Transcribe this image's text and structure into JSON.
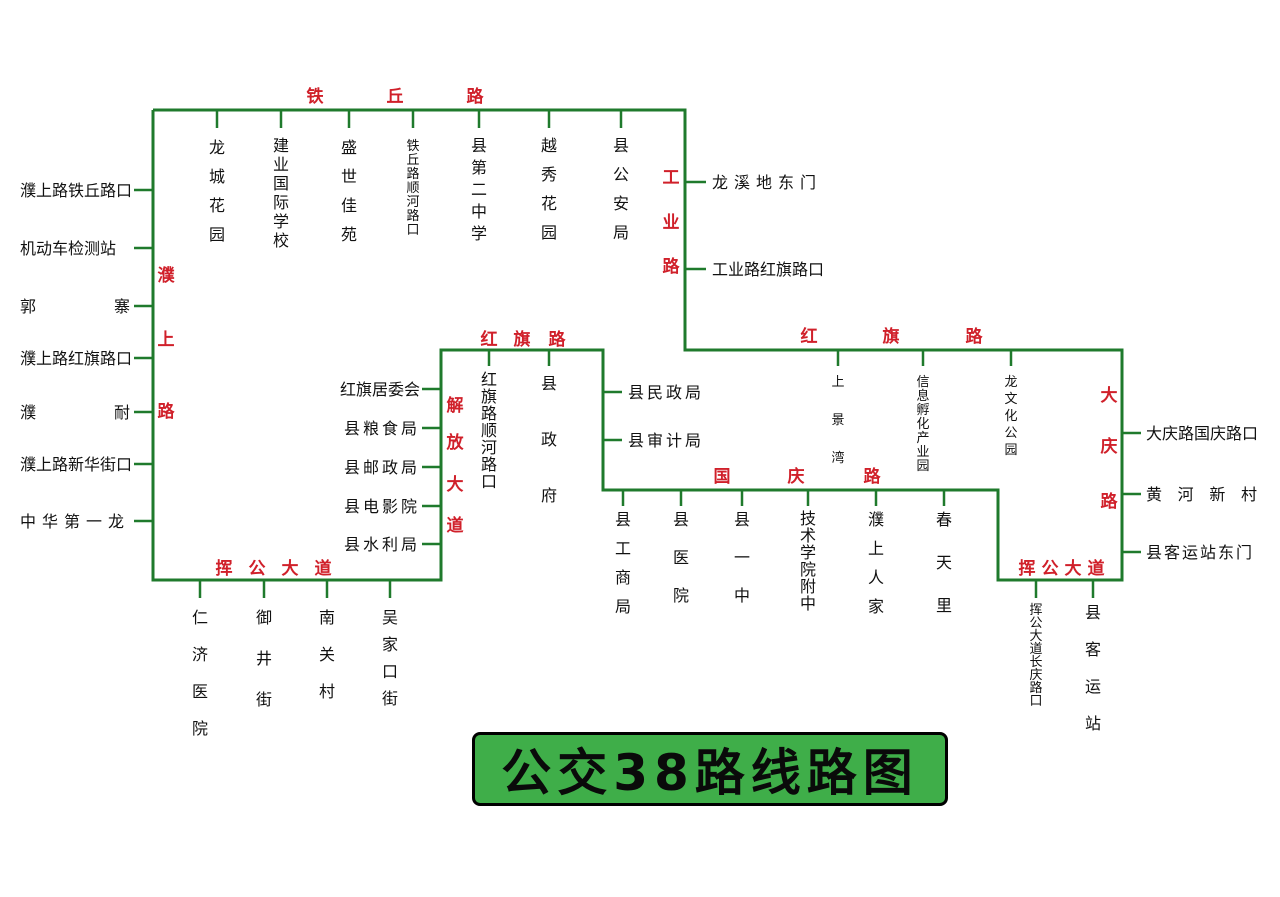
{
  "title": "公交38路线路图",
  "colors": {
    "route": "#1f7a2c",
    "road_label": "#d0202a",
    "title_bg": "#3fae49"
  },
  "roads": [
    {
      "name": "铁丘路",
      "chars": [
        "铁",
        "丘",
        "路"
      ]
    },
    {
      "name": "工业路",
      "chars": [
        "工",
        "业",
        "路"
      ]
    },
    {
      "name": "濮上路",
      "chars": [
        "濮",
        "上",
        "路"
      ]
    },
    {
      "name": "红旗路",
      "chars": [
        "红",
        "旗",
        "路"
      ]
    },
    {
      "name": "红旗路",
      "chars": [
        "红",
        "旗",
        "路"
      ]
    },
    {
      "name": "解放大道",
      "chars": [
        "解",
        "放",
        "大",
        "道"
      ]
    },
    {
      "name": "国庆路",
      "chars": [
        "国",
        "庆",
        "路"
      ]
    },
    {
      "name": "大庆路",
      "chars": [
        "大",
        "庆",
        "路"
      ]
    },
    {
      "name": "挥公大道",
      "chars": [
        "挥",
        "公",
        "大",
        "道"
      ]
    },
    {
      "name": "挥公大道",
      "chars": [
        "挥",
        "公",
        "大",
        "道"
      ]
    }
  ],
  "stops": [
    {
      "name": "龙城花园"
    },
    {
      "name": "建业国际学校"
    },
    {
      "name": "盛世佳苑"
    },
    {
      "name": "铁丘路顺河路口"
    },
    {
      "name": "县第二中学"
    },
    {
      "name": "越秀花园"
    },
    {
      "name": "县公安局"
    },
    {
      "name": "龙溪地东门"
    },
    {
      "name": "工业路红旗路口"
    },
    {
      "name": "濮上路铁丘路口"
    },
    {
      "name": "机动车检测站"
    },
    {
      "name": "郭寨"
    },
    {
      "name": "濮上路红旗路口"
    },
    {
      "name": "濮耐"
    },
    {
      "name": "濮上路新华街口"
    },
    {
      "name": "中华第一龙"
    },
    {
      "name": "红旗居委会"
    },
    {
      "name": "县粮食局"
    },
    {
      "name": "县邮政局"
    },
    {
      "name": "县电影院"
    },
    {
      "name": "县水利局"
    },
    {
      "name": "红旗路顺河路口"
    },
    {
      "name": "县政府"
    },
    {
      "name": "县民政局"
    },
    {
      "name": "县审计局"
    },
    {
      "name": "上景湾"
    },
    {
      "name": "信息孵化产业园"
    },
    {
      "name": "龙文化公园"
    },
    {
      "name": "大庆路国庆路口"
    },
    {
      "name": "黄河新村"
    },
    {
      "name": "县客运站东门"
    },
    {
      "name": "县工商局"
    },
    {
      "name": "县医院"
    },
    {
      "name": "县一中"
    },
    {
      "name": "技术学院附中"
    },
    {
      "name": "濮上人家"
    },
    {
      "name": "春天里"
    },
    {
      "name": "挥公大道长庆路口"
    },
    {
      "name": "县客运站"
    },
    {
      "name": "仁济医院"
    },
    {
      "name": "御井街"
    },
    {
      "name": "南关村"
    },
    {
      "name": "吴家口街"
    }
  ]
}
